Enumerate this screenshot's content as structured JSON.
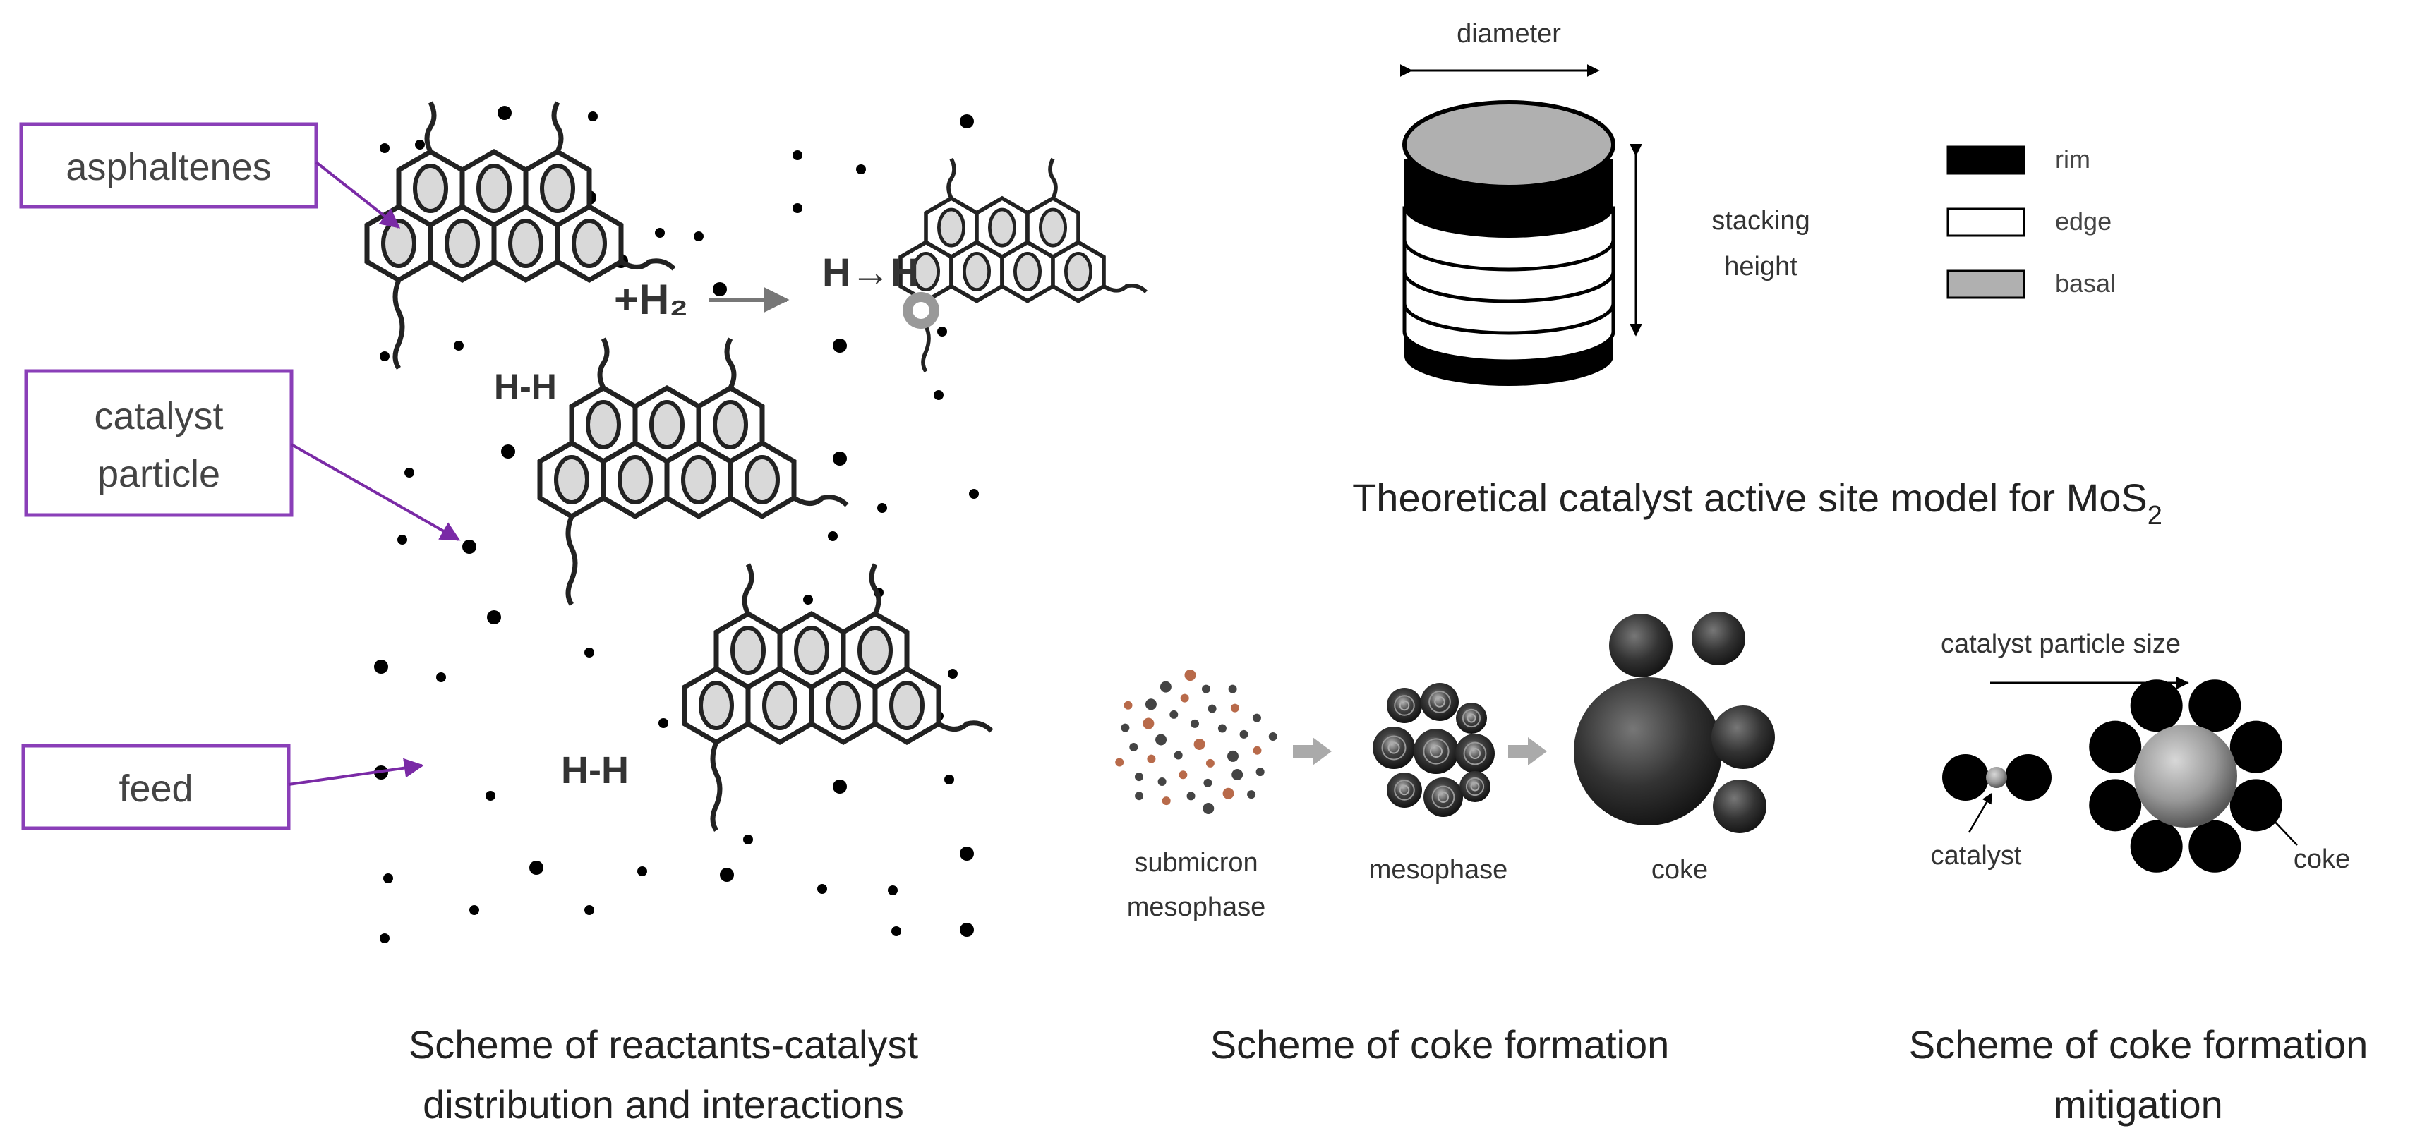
{
  "scheme_reactants": {
    "labels": {
      "asphaltenes": "asphaltenes",
      "catalyst_particle_line1": "catalyst",
      "catalyst_particle_line2": "particle",
      "feed": "feed"
    },
    "equation": {
      "plus_h2": "+H₂",
      "h_h_arrow": "H→H",
      "h_h_1": "H-H",
      "h_h_2": "H-H"
    },
    "caption_line1": "Scheme of reactants-catalyst",
    "caption_line2": "distribution and interactions"
  },
  "active_site_model": {
    "diameter_label": "diameter",
    "stacking_label_line1": "stacking",
    "stacking_label_line2": "height",
    "legend": [
      {
        "label": "rim",
        "color": "#000000"
      },
      {
        "label": "edge",
        "color": "#ffffff"
      },
      {
        "label": "basal",
        "color": "#b0b0b0"
      }
    ],
    "caption_main": "Theoretical catalyst active site model for MoS",
    "caption_sub": "2"
  },
  "coke_formation": {
    "stages": [
      "submicron",
      "mesophase",
      "mesophase",
      "coke"
    ],
    "stage_submicron_line1": "submicron",
    "stage_submicron_line2": "mesophase",
    "stage_mesophase": "mesophase",
    "stage_coke": "coke",
    "caption": "Scheme of coke formation"
  },
  "coke_mitigation": {
    "axis_label": "catalyst particle size",
    "catalyst_label": "catalyst",
    "coke_label": "coke",
    "caption_line1": "Scheme of coke formation",
    "caption_line2": "mitigation"
  },
  "colors": {
    "label_box_border": "#8a3fb8",
    "arrow_purple": "#7a2aa6",
    "rim": "#000000",
    "basal": "#b0b0b0"
  }
}
